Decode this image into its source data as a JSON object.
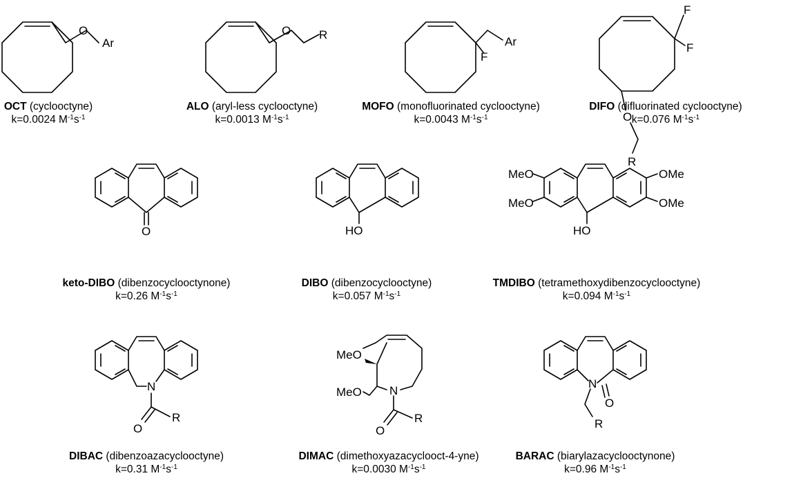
{
  "compounds": [
    {
      "abbr": "OCT",
      "name": "(cyclooctyne)",
      "k": "0.0024",
      "labels": {
        "o": "O",
        "sub": "Ar"
      }
    },
    {
      "abbr": "ALO",
      "name": "(aryl-less cyclooctyne)",
      "k": "0.0013",
      "labels": {
        "o": "O",
        "sub": "R"
      }
    },
    {
      "abbr": "MOFO",
      "name": "(monofluorinated cyclooctyne)",
      "k": "0.0043",
      "labels": {
        "f": "F",
        "sub": "Ar"
      }
    },
    {
      "abbr": "DIFO",
      "name": "(difluorinated cyclooctyne)",
      "k": "0.076",
      "labels": {
        "f1": "F",
        "f2": "F",
        "o": "O",
        "sub": "R"
      }
    },
    {
      "abbr": "keto-DIBO",
      "name": "(dibenzocyclooctynone)",
      "k": "0.26",
      "labels": {
        "o": "O"
      }
    },
    {
      "abbr": "DIBO",
      "name": "(dibenzocyclooctyne)",
      "k": "0.057",
      "labels": {
        "ho": "HO"
      }
    },
    {
      "abbr": "TMDIBO",
      "name": "(tetramethoxydibenzocyclooctyne)",
      "k": "0.094",
      "labels": {
        "meo1": "MeO",
        "meo2": "MeO",
        "ome1": "OMe",
        "ome2": "OMe",
        "ho": "HO"
      }
    },
    {
      "abbr": "DIBAC",
      "name": "(dibenzoazacyclooctyne)",
      "k": "0.31",
      "labels": {
        "n": "N",
        "o": "O",
        "sub": "R"
      }
    },
    {
      "abbr": "DIMAC",
      "name": "(dimethoxyazacyclooct-4-yne)",
      "k": "0.0030",
      "labels": {
        "meo1": "MeO",
        "meo2": "MeO",
        "n": "N",
        "o": "O",
        "sub": "R"
      }
    },
    {
      "abbr": "BARAC",
      "name": "(biarylazacyclooctynone)",
      "k": "0.96",
      "labels": {
        "n": "N",
        "o": "O",
        "sub": "R"
      }
    }
  ],
  "rate": {
    "prefix": "k=",
    "unit": "M",
    "exp": "-1",
    "s": "s",
    "sexp": "-1"
  }
}
